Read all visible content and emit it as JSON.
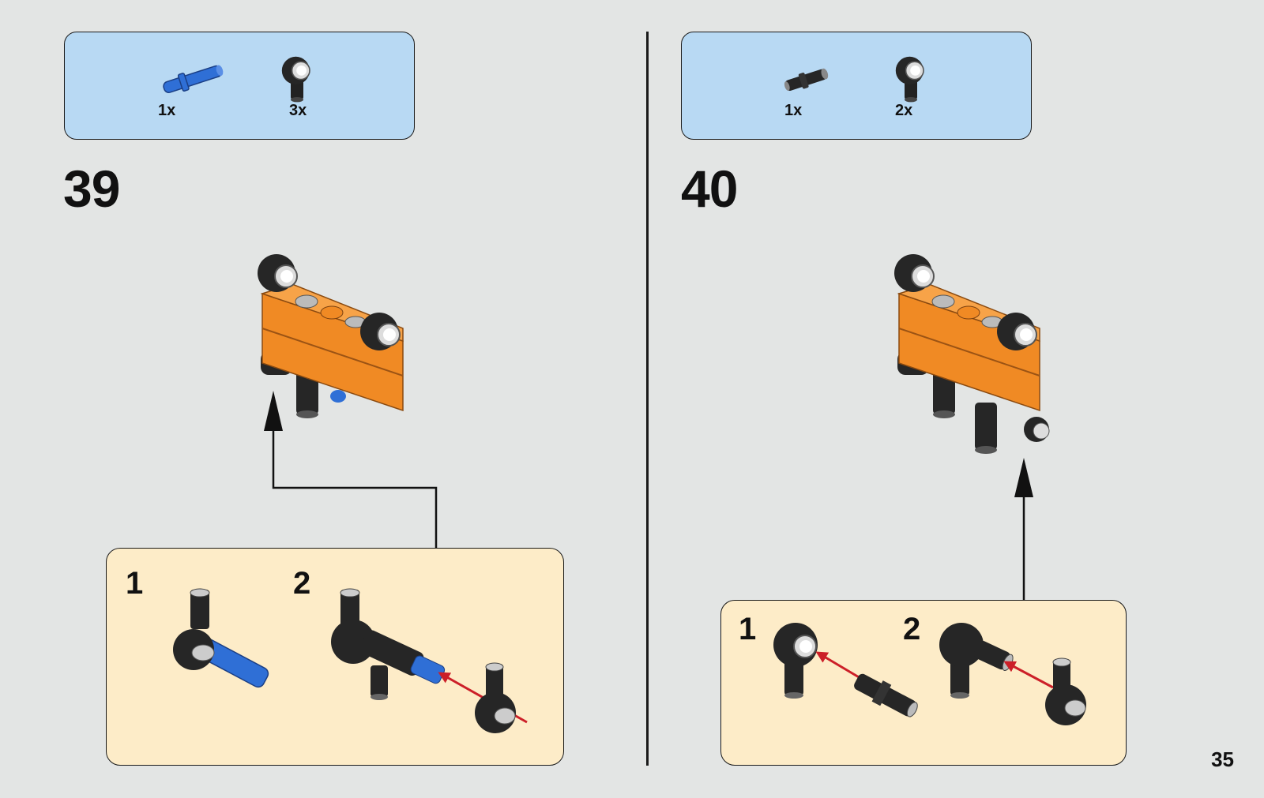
{
  "page": {
    "number": "35"
  },
  "steps": [
    {
      "number": "39",
      "parts": [
        {
          "qty": "1x",
          "icon": "blue-axle-pin-icon"
        },
        {
          "qty": "3x",
          "icon": "black-connector-icon"
        }
      ],
      "substeps": [
        {
          "number": "1"
        },
        {
          "number": "2"
        }
      ]
    },
    {
      "number": "40",
      "parts": [
        {
          "qty": "1x",
          "icon": "black-pin-icon"
        },
        {
          "qty": "2x",
          "icon": "black-connector-icon"
        }
      ],
      "substeps": [
        {
          "number": "1"
        },
        {
          "number": "2"
        }
      ]
    }
  ],
  "colors": {
    "background": "#e3e5e4",
    "parts_box": "#b8d9f3",
    "subassembly_box": "#fdecc8",
    "beam": "#f08a24",
    "blue_pin": "#2f6fd6",
    "arrow_red": "#d0202a"
  }
}
